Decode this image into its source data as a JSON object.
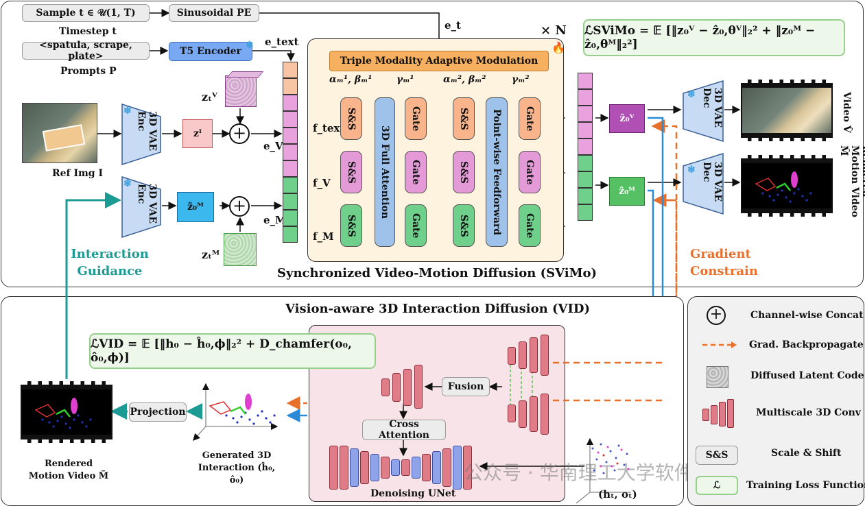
{
  "top": {
    "sample_box": "Sample t ∈ 𝒰(1, T)",
    "timestep_label": "Timestep t",
    "sinusoidal_box": "Sinusoidal PE",
    "prompt_box": "<spatula, scrape, plate>",
    "prompts_label": "Prompts P",
    "t5_box": "T5 Encoder",
    "e_text": "e_text",
    "e_t": "e_t",
    "times_n": "× N",
    "loss_svimo": "ℒSViMo = 𝔼 [‖z₀ⱽ − ẑ₀,θⱽ‖₂² + ‖z₀ᴹ − ẑ₀,θᴹ‖₂²]",
    "ref_img_label": "Ref Img I",
    "vae_enc": "3D VAE Enc",
    "z_i": "zᴵ",
    "z_tv": "zₜⱽ",
    "e_v": "e_V",
    "z0m_tilde": "z̃₀ᴹ",
    "z_tm": "zₜᴹ",
    "e_m": "e_M",
    "interaction_guidance": "Interaction Guidance",
    "tma_box": "Triple Modality Adaptive Modulation",
    "params_1": "αₘ¹, βₘ¹",
    "gamma_1": "γₘ¹",
    "params_2": "αₘ², βₘ²",
    "gamma_2": "γₘ²",
    "ss": "S&S",
    "gate": "Gate",
    "full_attention": "3D Full Attention",
    "feedforward": "Point-wise Feedforward",
    "f_text": "f_text",
    "f_v": "f_V",
    "f_m": "f_M",
    "z0v_hat": "ẑ₀ⱽ",
    "z0m_hat": "ẑ₀ᴹ",
    "vae_dec": "3D VAE Dec",
    "video_label": "Video V̂",
    "rendered_motion": "Rendered Motion Video M̂",
    "gradient": "Gradient Constrain",
    "svimo_title": "Synchronized Video-Motion Diffusion (SViMo)"
  },
  "bottom": {
    "vid_title": "Vision-aware 3D Interaction Diffusion (VID)",
    "loss_vid": "ℒVID = 𝔼 [‖h₀ − ĥ₀,ϕ‖₂² + D_chamfer(o₀, ô₀,ϕ)]",
    "projection": "Projection",
    "fusion": "Fusion",
    "cross_attention": "Cross Attention",
    "denoising_unet": "Denoising UNet",
    "rendered_motion": "Rendered Motion Video M̃",
    "generated_label": "Generated 3D Interaction (ĥ₀, ô₀)",
    "input_label": "(hₜ, oₜ)",
    "watermark": "公众号 · 华南理工大学软件学院"
  },
  "legend": {
    "concat": "Channel-wise Concat",
    "backprop": "Grad. Backpropagate",
    "latent": "Diffused Latent Code",
    "conv": "Multiscale 3D Conv",
    "ss_box": "S&S",
    "ss": "Scale & Shift",
    "loss_box": "ℒ",
    "loss": "Training Loss Function"
  },
  "colors": {
    "teal": "#1c9a94",
    "orange": "#e8702a",
    "blue_arrow": "#2a8ad8",
    "pink_token": "#f3a9c9",
    "green_token": "#6ed08b",
    "text_token": "#f9c4a3",
    "vae_blue": "#c7dcf4",
    "modulation_orange": "#f6b060"
  }
}
